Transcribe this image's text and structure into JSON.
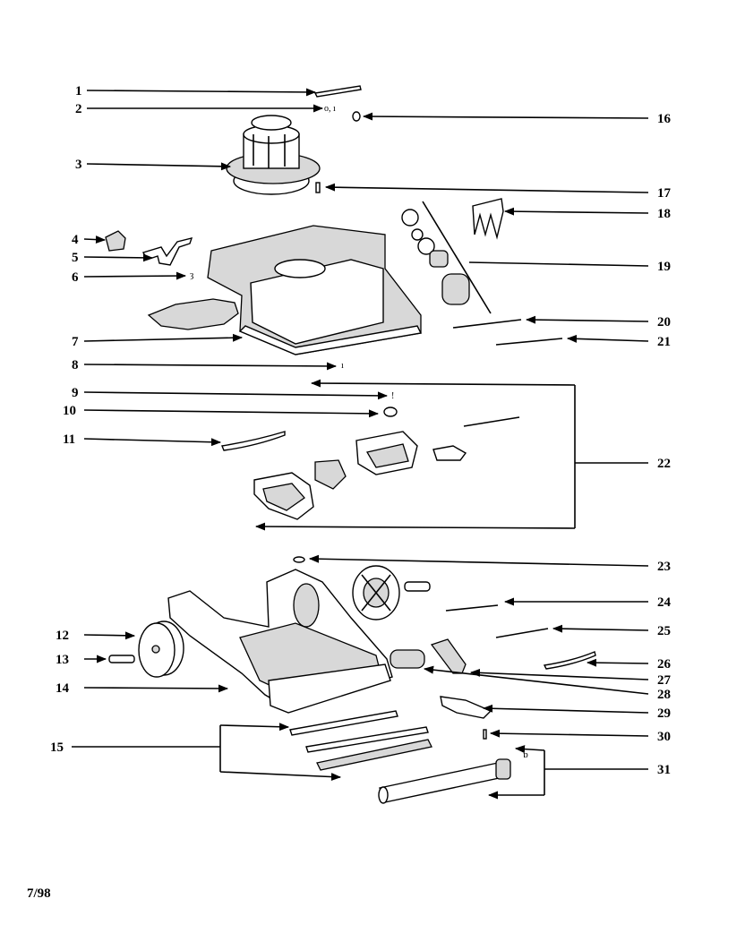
{
  "callouts": [
    "1",
    "2",
    "3",
    "4",
    "5",
    "6",
    "7",
    "8",
    "9",
    "10",
    "11",
    "12",
    "13",
    "14",
    "15",
    "16",
    "17",
    "18",
    "19",
    "20",
    "21",
    "22",
    "23",
    "24",
    "25",
    "26",
    "27",
    "28",
    "29",
    "30",
    "31"
  ],
  "date_code": "7/98",
  "colors": {
    "ink": "#000000",
    "paper": "#ffffff",
    "shade": "#d8d8d8"
  }
}
